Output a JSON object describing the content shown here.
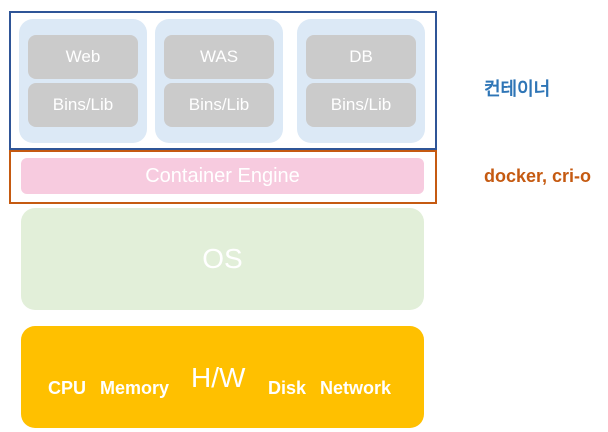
{
  "containers": [
    {
      "app": "Web",
      "libs": "Bins/Lib"
    },
    {
      "app": "WAS",
      "libs": "Bins/Lib"
    },
    {
      "app": "DB",
      "libs": "Bins/Lib"
    }
  ],
  "engine": {
    "label": "Container Engine"
  },
  "os": {
    "label": "OS"
  },
  "hw": {
    "title": "H/W",
    "items": [
      "CPU",
      "Memory",
      "Disk",
      "Network"
    ]
  },
  "side_labels": {
    "container": "컨테이너",
    "engine": "docker, cri-o"
  },
  "colors": {
    "container_border": "#2f5597",
    "engine_border": "#c55a11",
    "container_label": "#2e75b6",
    "engine_label": "#c55a11",
    "hw": "#ffc000",
    "os": "#e2efd9",
    "engine_bar": "#f7cbdf",
    "column": "#dce9f6",
    "chip": "#cbcbcb"
  }
}
